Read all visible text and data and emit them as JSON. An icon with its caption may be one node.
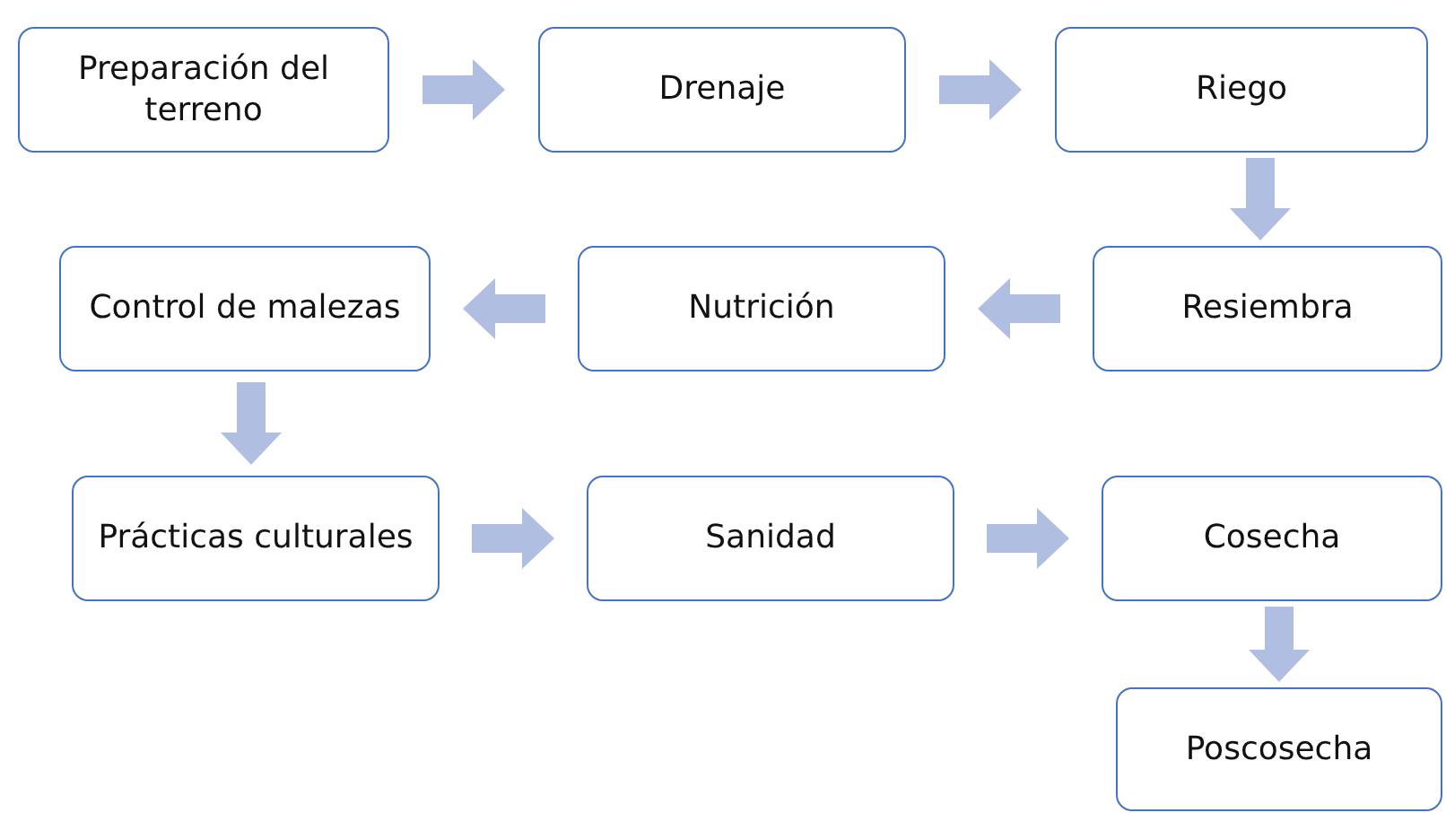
{
  "diagram": {
    "nodes": [
      {
        "text": [
          "Preparación del terreno"
        ]
      },
      {
        "text": [
          "Drenaje"
        ]
      },
      {
        "text": [
          "Riego"
        ]
      },
      {
        "text": [
          "Resiembra"
        ]
      },
      {
        "text": [
          "Nutrición"
        ]
      },
      {
        "text": [
          "Control de malezas"
        ]
      },
      {
        "text": [
          "Prácticas culturales"
        ]
      },
      {
        "text": [
          "Sanidad"
        ]
      },
      {
        "text": [
          "Cosecha"
        ]
      },
      {
        "text": [
          "Poscosecha"
        ]
      }
    ],
    "edges": [
      {
        "from": 0,
        "to": 1,
        "arrow": "to"
      },
      {
        "from": 1,
        "to": 2,
        "arrow": "to"
      },
      {
        "from": 2,
        "to": 3,
        "arrow": "to"
      },
      {
        "from": 3,
        "to": 4,
        "arrow": "to"
      },
      {
        "from": 4,
        "to": 5,
        "arrow": "to"
      },
      {
        "from": 5,
        "to": 6,
        "arrow": "to"
      },
      {
        "from": 6,
        "to": 7,
        "arrow": "to"
      },
      {
        "from": 7,
        "to": 8,
        "arrow": "to"
      },
      {
        "from": 8,
        "to": 9,
        "arrow": "to"
      }
    ]
  }
}
